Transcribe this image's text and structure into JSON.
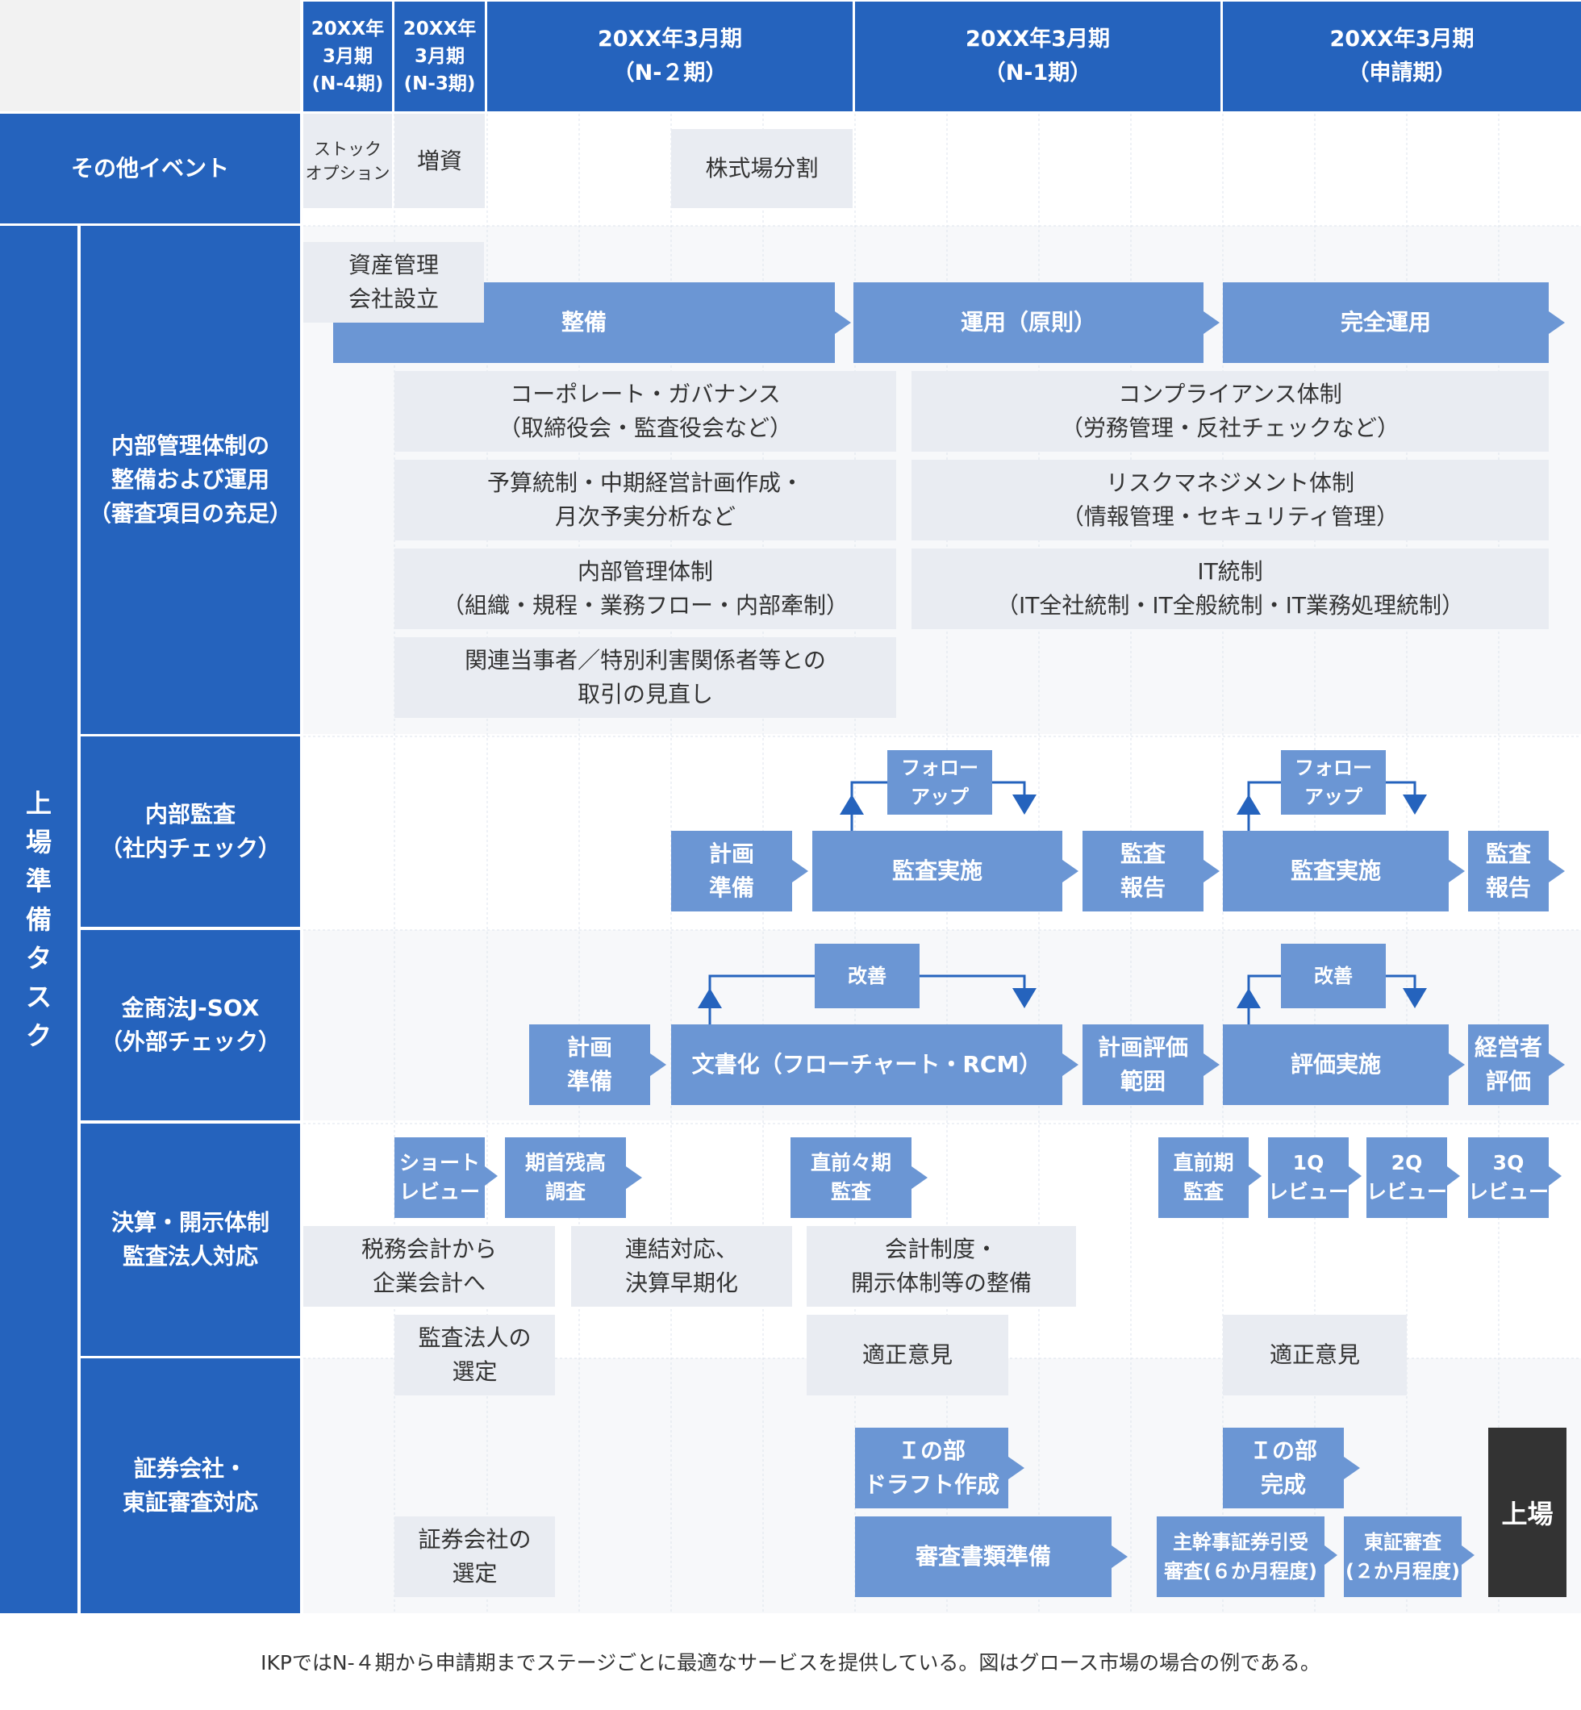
{
  "header": {
    "periods": [
      {
        "label": "20XX年\n3月期\n(N-4期)"
      },
      {
        "label": "20XX年\n3月期\n(N-3期)"
      },
      {
        "label": "20XX年3月期\n（N-２期）"
      },
      {
        "label": "20XX年3月期\n（N-1期）"
      },
      {
        "label": "20XX年3月期\n（申請期）"
      }
    ]
  },
  "rows": {
    "other_events": "その他イベント",
    "listing_prep": "上\n場\n準\n備\nタ\nス\nク",
    "internal_mgmt": "内部管理体制の\n整備および運用\n（審査項目の充足）",
    "internal_audit": "内部監査\n（社内チェック）",
    "jsox": "金商法J-SOX\n（外部チェック）",
    "closing": "決算・開示体制\n監査法人対応",
    "securities": "証券会社・\n東証審査対応"
  },
  "events": {
    "stock_option": "ストック\nオプション",
    "capital_increase": "増資",
    "stock_split": "株式場分割"
  },
  "internal_mgmt": {
    "asset_mgmt": "資産管理\n会社設立",
    "phase1": "整備",
    "phase2": "運用（原則）",
    "phase3": "完全運用",
    "corporate_governance": "コーポレート・ガバナンス\n（取締役会・監査役会など）",
    "compliance": "コンプライアンス体制\n（労務管理・反社チェックなど）",
    "budget": "予算統制・中期経営計画作成・\n月次予実分析など",
    "risk": "リスクマネジメント体制\n（情報管理・セキュリティ管理）",
    "internal_control": "内部管理体制\n（組織・規程・業務フロー・内部牽制）",
    "it_control": "IT統制\n（IT全社統制・IT全般統制・IT業務処理統制）",
    "related_party": "関連当事者／特別利害関係者等との\n取引の見直し"
  },
  "internal_audit": {
    "plan": "計画\n準備",
    "followup1": "フォロー\nアップ",
    "exec1": "監査実施",
    "report1": "監査\n報告",
    "followup2": "フォロー\nアップ",
    "exec2": "監査実施",
    "report2": "監査\n報告"
  },
  "jsox": {
    "plan": "計画\n準備",
    "improve1": "改善",
    "document": "文書化（フローチャート・RCM）",
    "eval_scope": "計画評価\n範囲",
    "improve2": "改善",
    "eval_exec": "評価実施",
    "mgmt_eval": "経営者\n評価"
  },
  "closing": {
    "short_review": "ショート\nレビュー",
    "opening_balance": "期首残高\n調査",
    "prev2_audit": "直前々期\n監査",
    "prev_audit": "直前期\n監査",
    "q1": "1Q\nレビュー",
    "q2": "2Q\nレビュー",
    "q3": "3Q\nレビュー",
    "tax_to_corp": "税務会計から\n企業会計へ",
    "consolidation": "連結対応、\n決算早期化",
    "accounting_system": "会計制度・\n開示体制等の整備",
    "select_auditor": "監査法人の\n選定",
    "opinion1": "適正意見",
    "opinion2": "適正意見"
  },
  "securities": {
    "part1_draft": "Ｉの部\nドラフト作成",
    "part1_done": "Ｉの部\n完成",
    "select_sec": "証券会社の\n選定",
    "review_docs": "審査書類準備",
    "lead_review": "主幹事証券引受\n審査(６か月程度)",
    "tse_review": "東証審査\n(２か月程度)",
    "listing": "上場"
  },
  "caption": "IKPではN-４期から申請期までステージごとに最適なサービスを提供している。図はグロース市場の場合の例である。",
  "colors": {
    "primary": "#2563bd",
    "light_blue": "#6b96d4",
    "gray_box": "#e9ecf2",
    "listing_black": "#333333"
  }
}
